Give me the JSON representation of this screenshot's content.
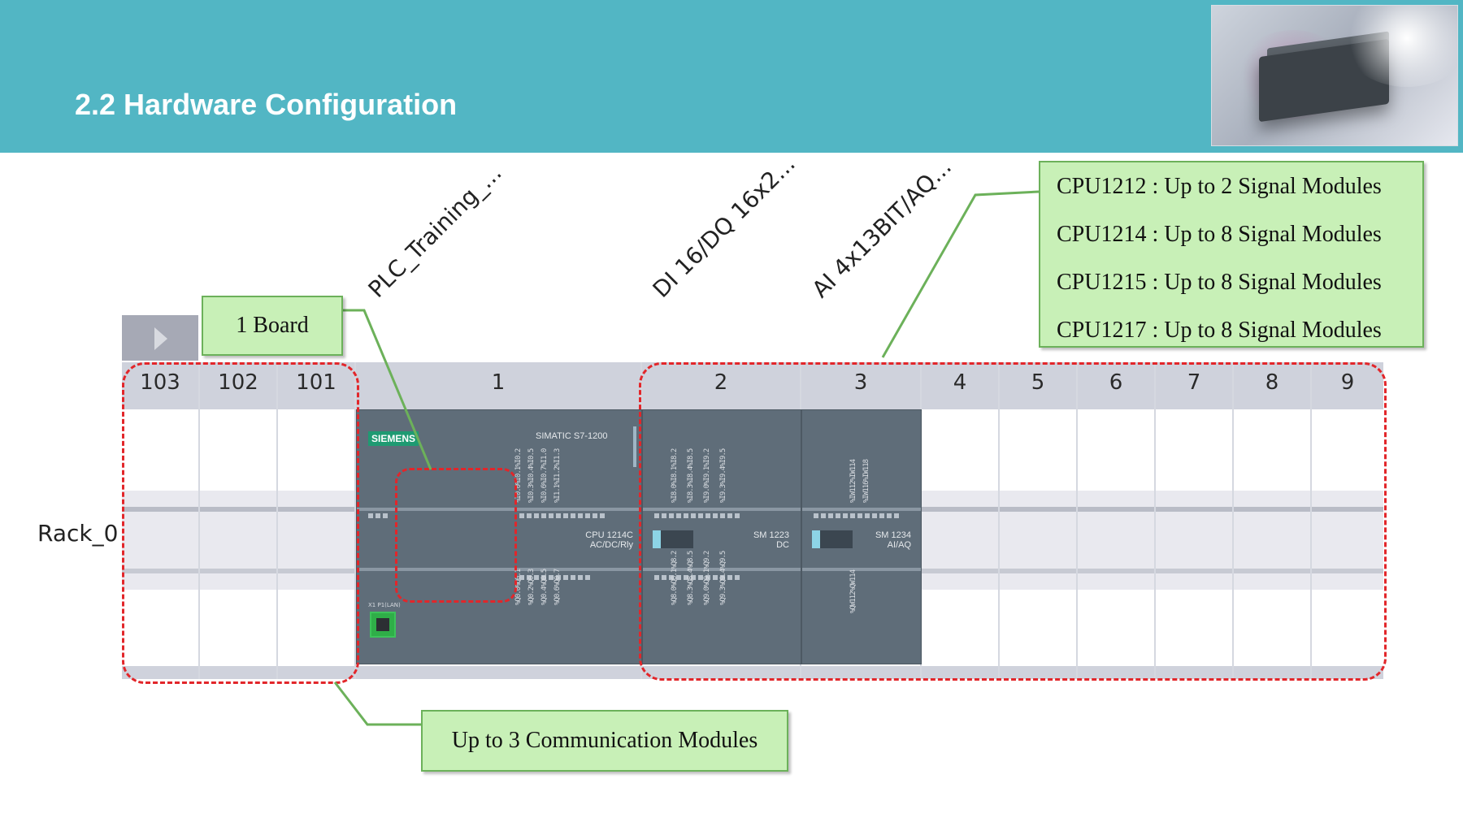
{
  "header": {
    "title": "2.2 Hardware Configuration"
  },
  "rack": {
    "name": "Rack_0",
    "slots": [
      "103",
      "102",
      "101",
      "1",
      "2",
      "3",
      "4",
      "5",
      "6",
      "7",
      "8",
      "9"
    ]
  },
  "modules": {
    "names": [
      "PLC_Training_...",
      "DI 16/DQ 16x2...",
      "AI 4x13BIT/AQ..."
    ],
    "cpu": {
      "brand": "SIEMENS",
      "series": "SIMATIC S7-1200",
      "model_line1": "CPU 1214C",
      "model_line2": "AC/DC/Rly",
      "port_label": "X1 P1(LAN)"
    },
    "sm1": {
      "line1": "SM 1223",
      "line2": "DC"
    },
    "sm2": {
      "line1": "SM 1234",
      "line2": "AI/AQ"
    }
  },
  "callouts": {
    "board": "1 Board",
    "comm": "Up to 3 Communication Modules",
    "signal": [
      "CPU1212 : Up to 2 Signal Modules",
      "CPU1214 : Up to 8 Signal Modules",
      "CPU1215 : Up to 8 Signal Modules",
      "CPU1217 : Up to 8 Signal Modules"
    ]
  },
  "colors": {
    "header": "#52b6c4",
    "callout_bg": "#c8f0b7",
    "callout_border": "#6cb15a",
    "dash": "#e2262a",
    "module": "#5f6d79"
  }
}
